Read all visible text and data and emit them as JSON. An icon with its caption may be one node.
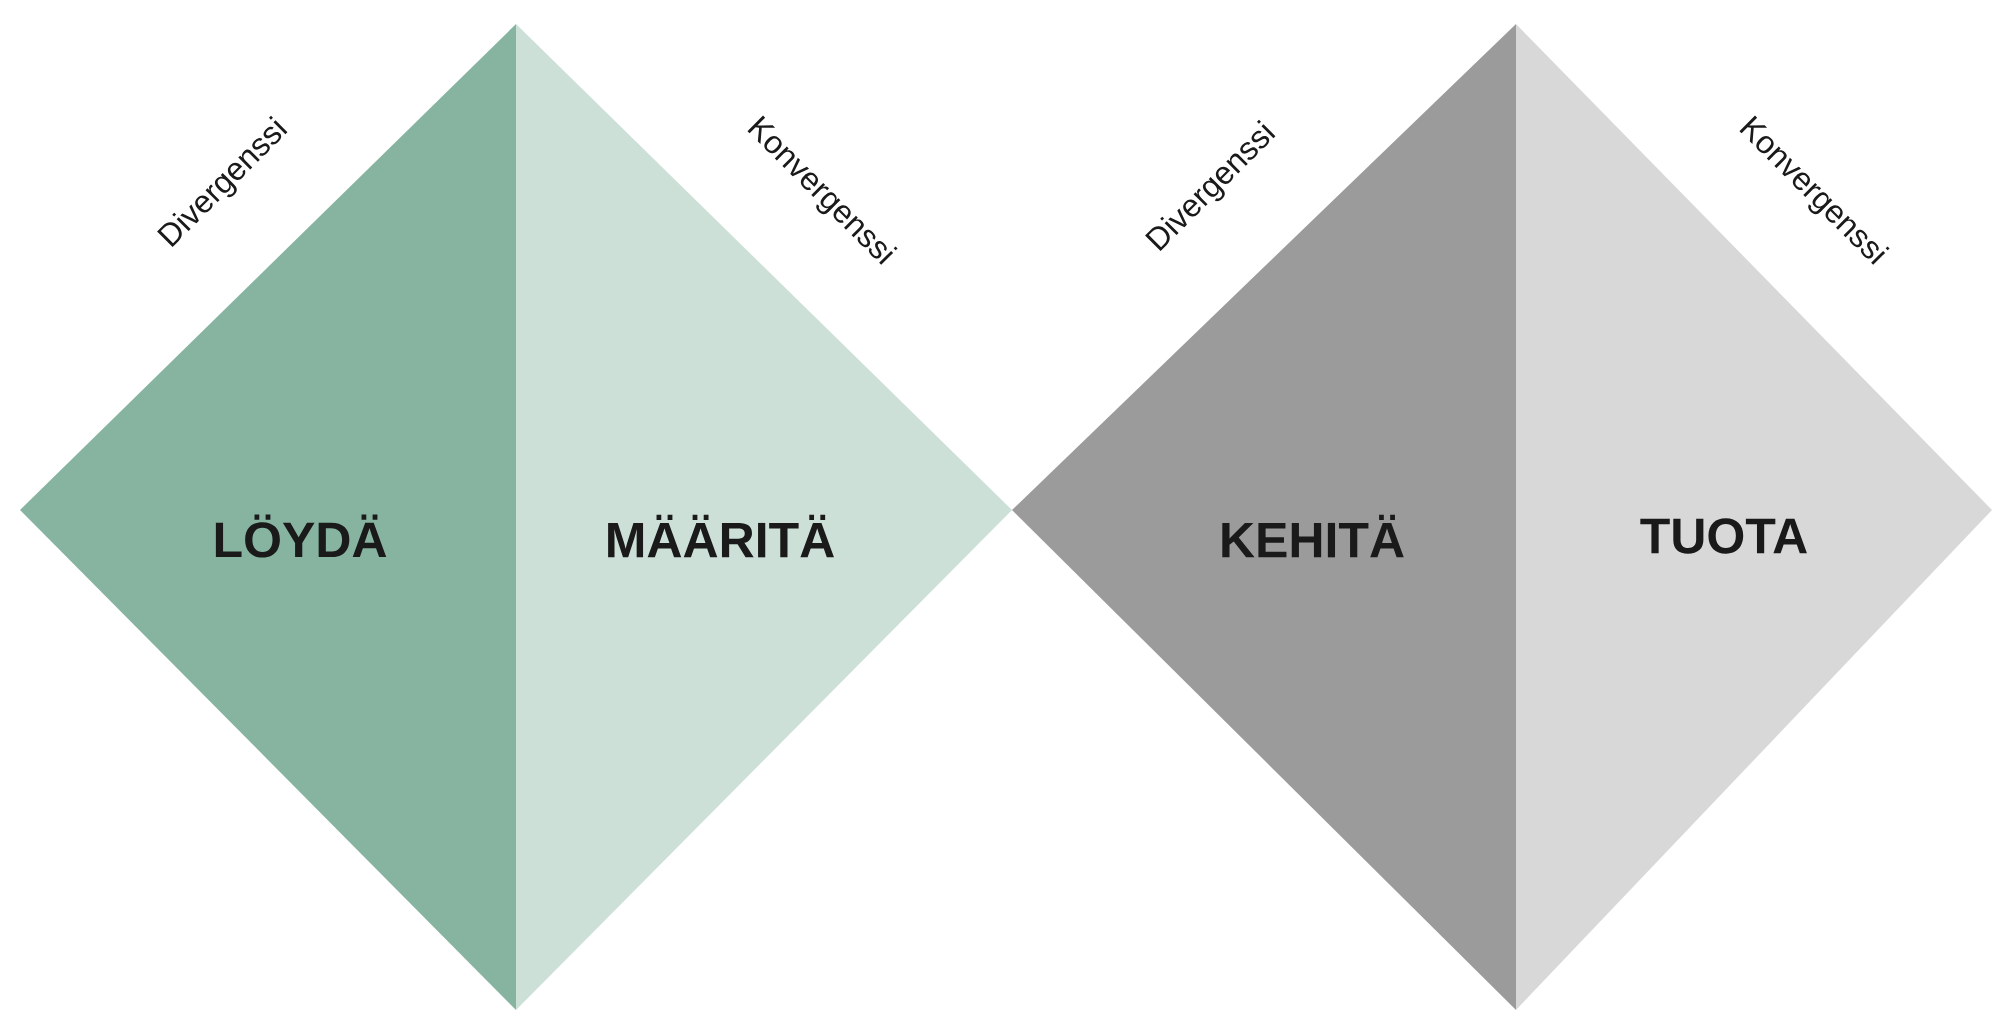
{
  "diagram": {
    "nodes": [
      {
        "text": [
          "LÖYDÄ"
        ],
        "beside": [
          "Divergenssi"
        ]
      },
      {
        "text": [
          "MÄÄRITÄ"
        ],
        "beside": [
          "Konvergenssi"
        ]
      },
      {
        "text": [
          "KEHITÄ"
        ],
        "beside": [
          "Divergenssi"
        ]
      },
      {
        "text": [
          "TUOTA"
        ],
        "beside": [
          "Konvergenssi"
        ]
      }
    ]
  }
}
